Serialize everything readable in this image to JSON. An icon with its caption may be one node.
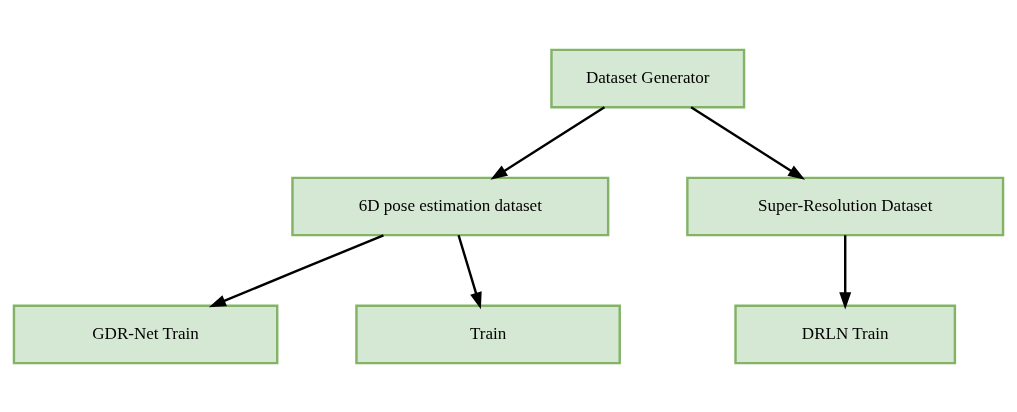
{
  "diagram": {
    "nodes": [
      {
        "text": [
          "Dataset Generator"
        ]
      },
      {
        "text": [
          "6D pose estimation dataset"
        ]
      },
      {
        "text": [
          "Super-Resolution Dataset"
        ]
      },
      {
        "text": [
          "GDR-Net Train"
        ]
      },
      {
        "text": [
          "Train"
        ]
      },
      {
        "text": [
          "DRLN Train"
        ]
      }
    ],
    "edges": [
      {
        "from": 0,
        "to": 1,
        "arrow": "to"
      },
      {
        "from": 0,
        "to": 2,
        "arrow": "to"
      },
      {
        "from": 1,
        "to": 3,
        "arrow": "to"
      },
      {
        "from": 1,
        "to": 4,
        "arrow": "to"
      },
      {
        "from": 2,
        "to": 5,
        "arrow": "to"
      }
    ]
  }
}
